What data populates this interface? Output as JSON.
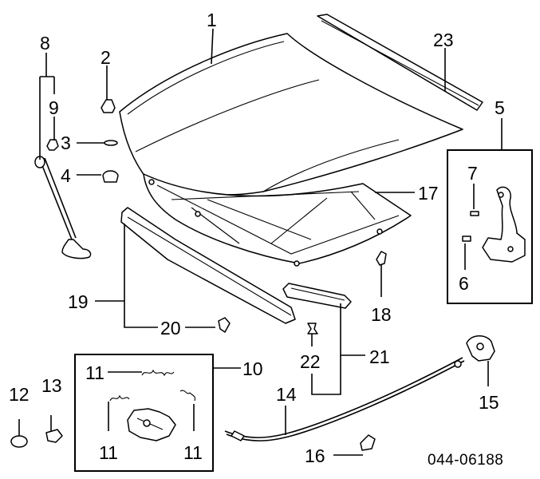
{
  "diagram": {
    "callouts": {
      "c1": "1",
      "c2": "2",
      "c3": "3",
      "c4": "4",
      "c5": "5",
      "c6": "6",
      "c7": "7",
      "c8": "8",
      "c9": "9",
      "c10": "10",
      "c11a": "11",
      "c11b": "11",
      "c11c": "11",
      "c12": "12",
      "c13": "13",
      "c14": "14",
      "c15": "15",
      "c16": "16",
      "c17": "17",
      "c18": "18",
      "c19": "19",
      "c20": "20",
      "c21": "21",
      "c22": "22",
      "c23": "23"
    },
    "drawing_code": "044-06188"
  }
}
